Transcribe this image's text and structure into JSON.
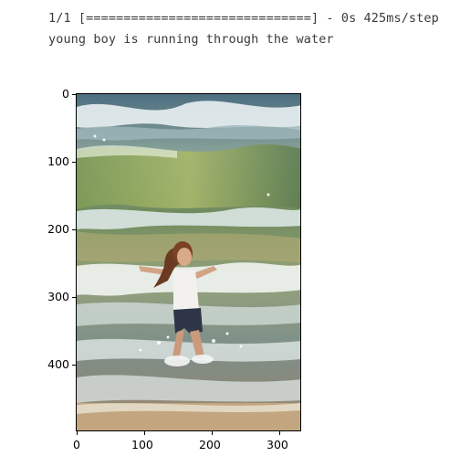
{
  "console": {
    "progress": "1/1 [==============================] - 0s 425ms/step",
    "caption": "young boy is running through the water"
  },
  "figure": {
    "image_icon": "beach-child-running-image",
    "x_ticks": [
      "0",
      "100",
      "200",
      "300"
    ],
    "y_ticks": [
      "0",
      "100",
      "200",
      "300",
      "400"
    ],
    "x_range": [
      0,
      333
    ],
    "y_range": [
      0,
      500
    ],
    "colors": {
      "sea": "#6f8a74",
      "foam": "#e8eef0",
      "sand": "#b8a07e",
      "sky_wave": "#5d7c8c"
    }
  }
}
